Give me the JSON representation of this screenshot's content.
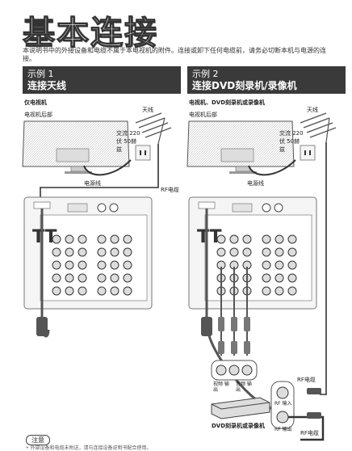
{
  "page": {
    "title": "基本连接",
    "intro": "本说明书中的外接设备和电缆不属于本电视机的附件。连接或卸下任何电缆前，请务必切断本机与电源的连接。"
  },
  "example1": {
    "header_line1": "示例 1",
    "header_line2": "连接天线",
    "subtitle": "仅电视机",
    "tv_back_label": "电视机后部",
    "antenna_label": "天线",
    "ac_label": "交流 220伏 50赫兹",
    "power_cord_label": "电源线",
    "rf_cable_label": "RF电缆"
  },
  "example2": {
    "header_line1": "示例 2",
    "header_line2": "连接DVD刻录机/录像机",
    "subtitle": "电视机、DVD刻录机或录像机",
    "tv_back_label": "电视机后部",
    "antenna_label": "天线",
    "ac_label": "交流 220伏 50赫兹",
    "power_cord_label": "电源线",
    "rf_cable_label_top": "RF电缆",
    "rf_cable_label_bottom": "RF电缆",
    "video_out_label": "视频 输出",
    "audio_out_label": "音频 输出",
    "rf_in_label": "RF 输入",
    "rf_out_label": "RF 输出",
    "recorder_label": "DVD刻录机或录像机"
  },
  "note": {
    "heading": "注意",
    "text": "• 外部设备和电缆未附送，请与连接设备说明书配合使用。"
  }
}
